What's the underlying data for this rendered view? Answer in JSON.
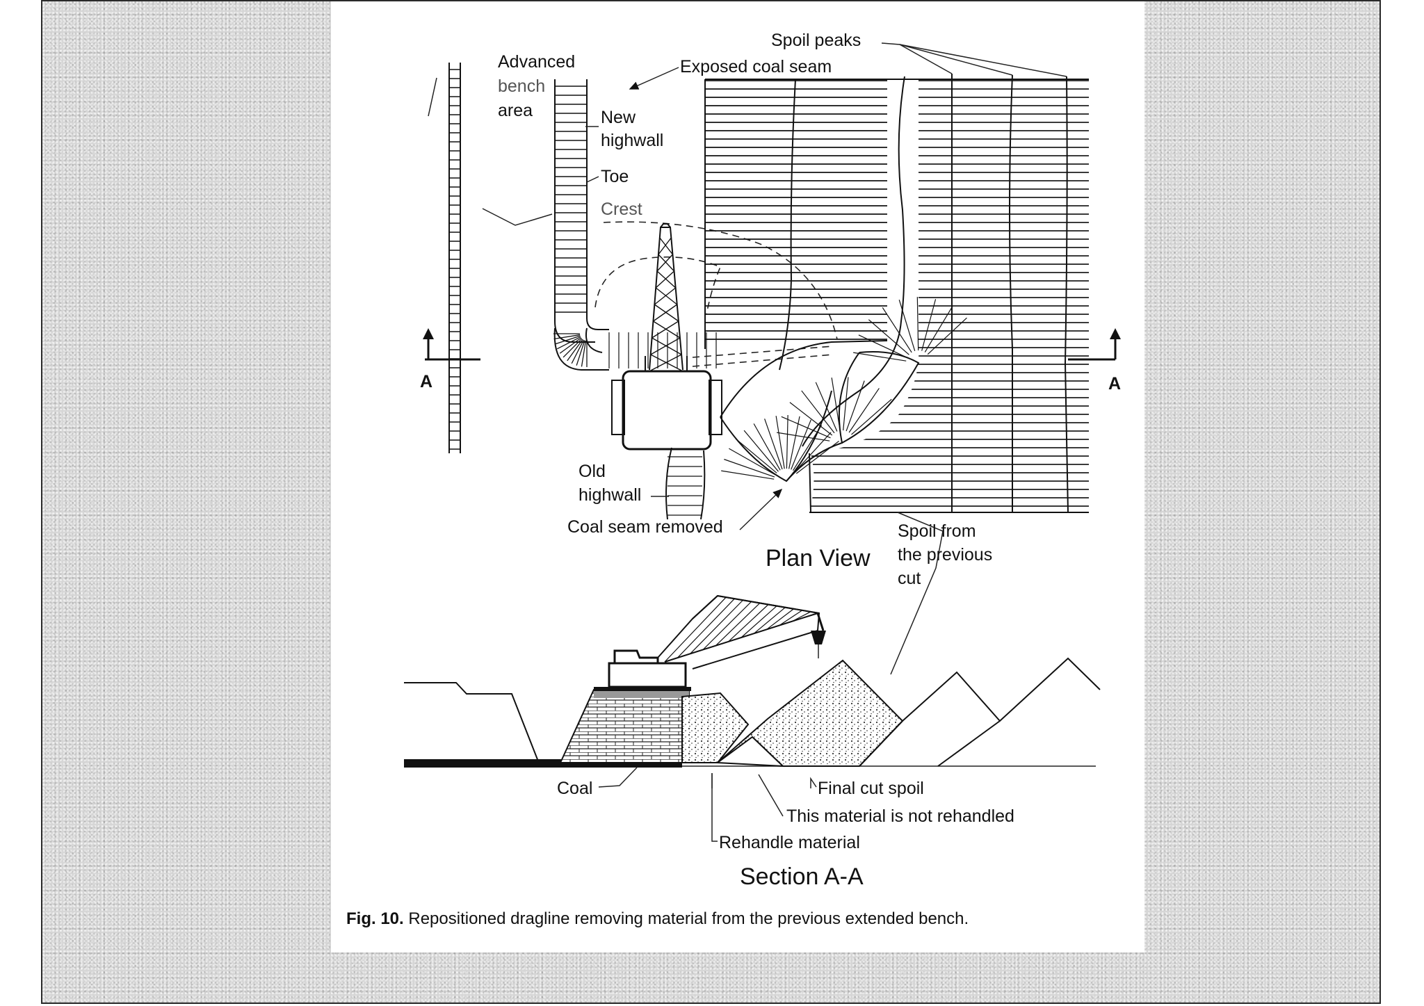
{
  "figure": {
    "caption_label": "Fig. 10.",
    "caption_text": "Repositioned dragline removing material from the previous extended bench."
  },
  "plan_view": {
    "title": "Plan View",
    "labels": {
      "spoil_peaks": "Spoil peaks",
      "exposed_coal_seam": "Exposed coal seam",
      "advanced_bench_area": [
        "Advanced",
        "bench",
        "area"
      ],
      "new_highwall": [
        "New",
        "highwall"
      ],
      "toe": "Toe",
      "crest": "Crest",
      "old_highwall": [
        "Old",
        "highwall"
      ],
      "coal_seam_removed": "Coal seam removed",
      "spoil_from_previous_cut": [
        "Spoil from",
        "the previous",
        "cut"
      ],
      "section_marker_left": "A",
      "section_marker_right": "A"
    }
  },
  "section_view": {
    "title": "Section A-A",
    "labels": {
      "coal": "Coal",
      "final_cut_spoil": "Final cut spoil",
      "not_rehandled": "This material is not rehandled",
      "rehandle_material": "Rehandle material"
    }
  }
}
